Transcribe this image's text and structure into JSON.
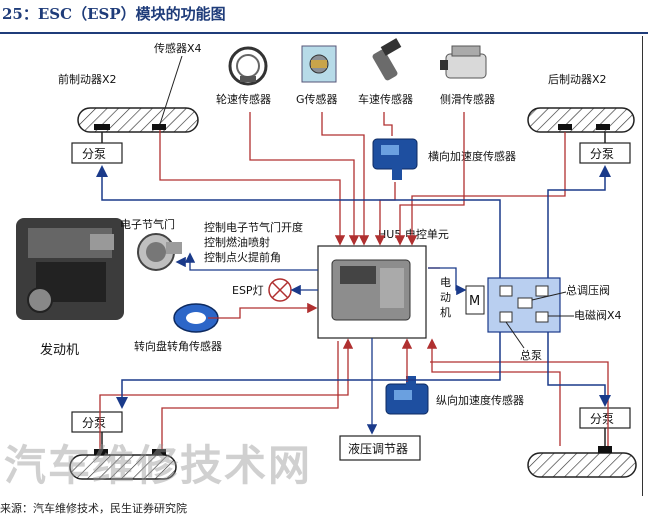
{
  "figure": {
    "title": "25：ESC（ESP）模块的功能图",
    "source": "来源：汽车维修技术，民生证券研究院",
    "watermark": "汽车维修技术网"
  },
  "wheels": {
    "front_brake_label": "前制动器X2",
    "rear_brake_label": "后制动器X2",
    "sensor_label": "传感器X4",
    "pump_label": "分泵"
  },
  "sensors": {
    "wheel_speed": "轮速传感器",
    "g_sensor": "G传感器",
    "vehicle_speed": "车速传感器",
    "yaw": "侧滑传感器",
    "lateral_accel": "横向加速度传感器",
    "longitudinal_accel": "纵向加速度传感器",
    "steering_angle": "转向盘转角传感器"
  },
  "engine": {
    "throttle_label": "电子节气门",
    "control_lines": [
      "控制电子节气门开度",
      "控制燃油喷射",
      "控制点火提前角"
    ],
    "engine_label": "发动机"
  },
  "ecu": {
    "label": "HU5 电控单元",
    "esp_lamp": "ESP灯"
  },
  "hydraulic": {
    "motor": "M",
    "motor_label": "电动机",
    "pressure_valve": "总调压阀",
    "solenoid_valve": "电磁阀X4",
    "master_pump": "总泵",
    "regulator": "液压调节器"
  },
  "colors": {
    "signal": "#b03030",
    "control": "#1a3a8a",
    "title": "#1f3c7a"
  }
}
